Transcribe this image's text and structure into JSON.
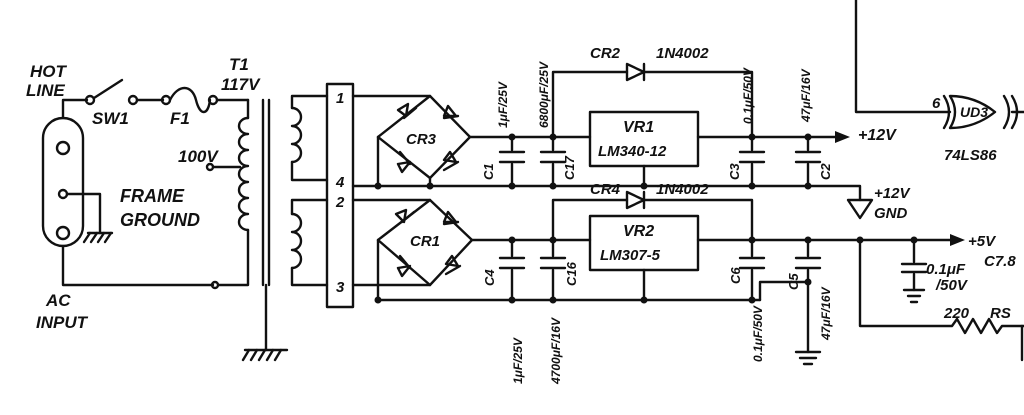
{
  "labels": {
    "hot_line_1": "HOT",
    "hot_line_2": "LINE",
    "switch": "SW1",
    "fuse": "F1",
    "transformer": "T1",
    "volt_117": "117V",
    "volt_100": "100V",
    "frame_ground_1": "FRAME",
    "frame_ground_2": "GROUND",
    "ac_input_1": "AC",
    "ac_input_2": "INPUT",
    "term_1": "1",
    "term_4": "4",
    "term_2": "2",
    "term_3": "3",
    "cr3": "CR3",
    "cr1": "CR1",
    "cr2": "CR2",
    "cr4": "CR4",
    "diode_cr2": "1N4002",
    "diode_cr4": "1N4002",
    "vr1": "VR1",
    "vr1_part": "LM340-12",
    "vr2": "VR2",
    "vr2_part": "LM307-5",
    "c1": "C1",
    "c1_val": "1μF/25V",
    "c17": "C17",
    "c17_val": "6800μF/25V",
    "c3": "C3",
    "c3_val": "0.1μF/50V",
    "c2": "C2",
    "c2_val": "47μF/16V",
    "c4": "C4",
    "c4_val": "1μF/25V",
    "c16": "C16",
    "c16_val": "4700μF/16V",
    "c6": "C6",
    "c6_val": "0.1μF/50V",
    "c5": "C5",
    "c5_val": "47μF/16V",
    "plus12v": "+12V",
    "plus12v_gnd_1": "+12V",
    "plus12v_gnd_2": "GND",
    "plus5v": "+5V",
    "c7": "C7.8",
    "c7_val_1": "0.1μF",
    "c7_val_2": "/50V",
    "r220": "220",
    "rs": "RS",
    "ud3": "UD3",
    "pin6": "6",
    "ic_74ls86": "74LS86"
  }
}
